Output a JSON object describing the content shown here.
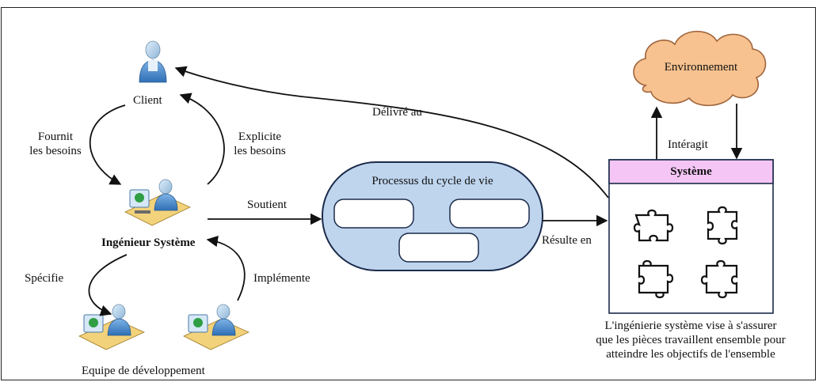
{
  "actors": {
    "client": "Client",
    "engineer": "Ingénieur Système",
    "dev_team": "Equipe de développement"
  },
  "arrows": {
    "provides_needs_1": "Fournit",
    "provides_needs_2": "les besoins",
    "explains_needs_1": "Explicite",
    "explains_needs_2": "les besoins",
    "specifies": "Spécifie",
    "implements": "Implémente",
    "supports": "Soutient",
    "delivered_to": "Délivré au",
    "results_in": "Résulte en",
    "interacts": "Intéragit"
  },
  "process": {
    "title": "Processus du cycle de vie"
  },
  "system": {
    "title": "Système"
  },
  "environment": {
    "label": "Environnement"
  },
  "caption": {
    "line1": "L'ingénierie système vise à s'assurer",
    "line2": "que les pièces travaillent ensemble pour",
    "line3": "atteindre les objectifs de l'ensemble"
  },
  "colors": {
    "process_fill": "#bfd5ee",
    "system_header": "#f5c6f5",
    "cloud_fill": "#f7c28f",
    "cloud_stroke": "#a0643c"
  }
}
